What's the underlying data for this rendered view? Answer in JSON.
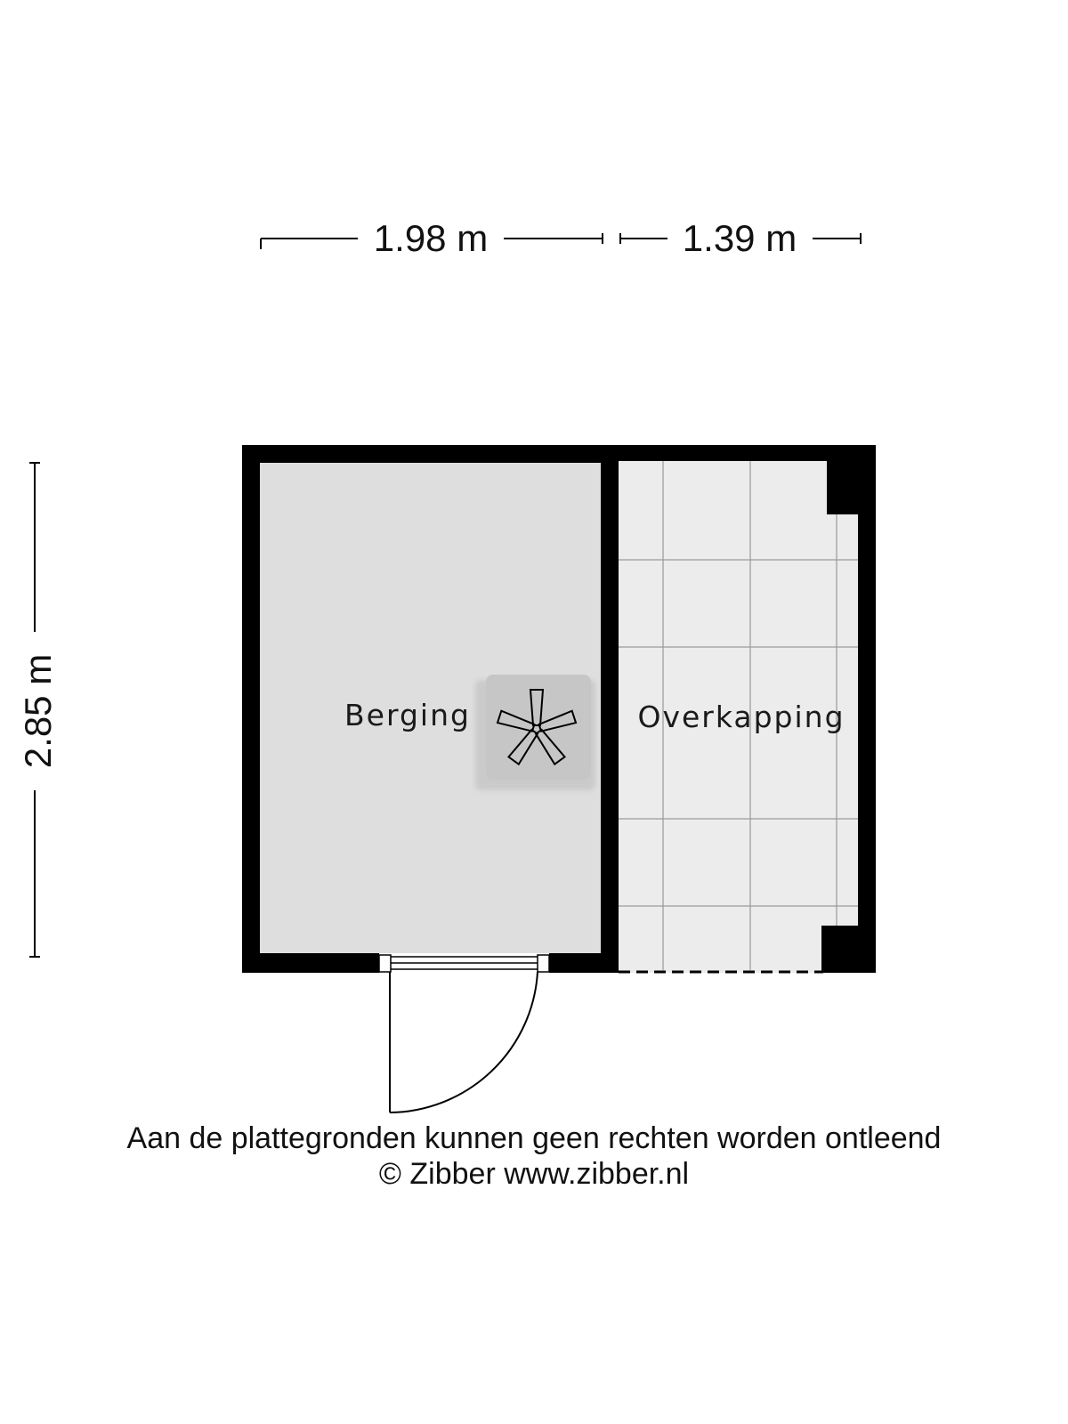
{
  "dimensions": {
    "width_left": "1.98 m",
    "width_right": "1.39 m",
    "depth": "2.85 m"
  },
  "rooms": {
    "berging": "Berging",
    "overkapping": "Overkapping"
  },
  "footer": {
    "disclaimer": "Aan de plattegronden kunnen geen rechten worden ontleend",
    "copyright": "© Zibber www.zibber.nl"
  },
  "colors": {
    "wall": "#000000",
    "floor_berging": "#dedede",
    "floor_overkapping": "#ececec",
    "tile_lines": "#9a9a9a",
    "fixture": "#c4c4c4"
  },
  "icons": {
    "fixture": "fan-star-icon",
    "door": "door-swing-icon"
  }
}
